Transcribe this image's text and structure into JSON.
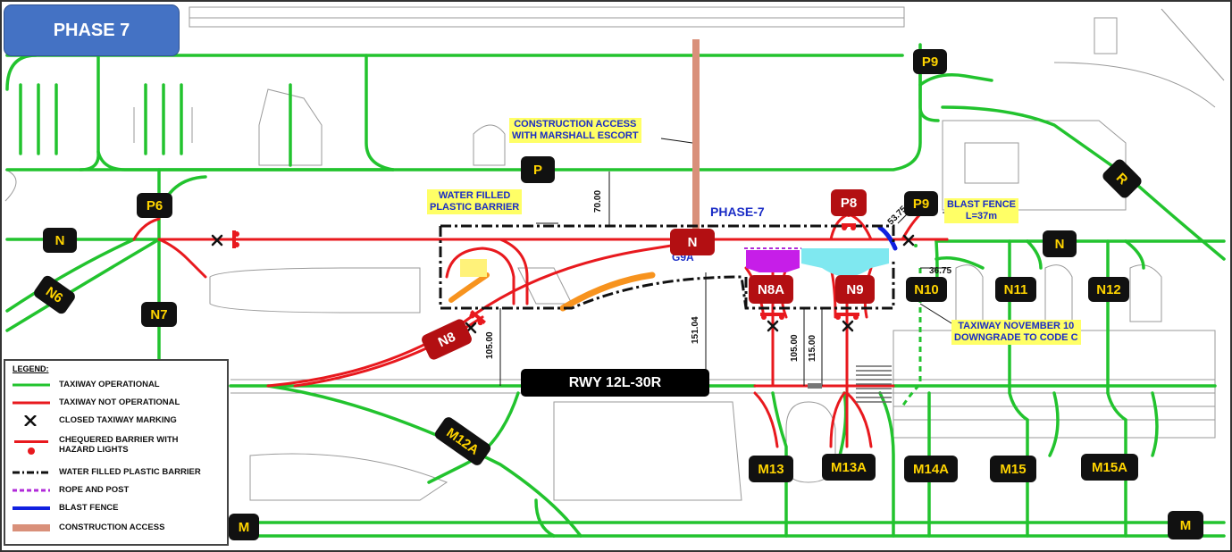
{
  "phase_badge": "PHASE 7",
  "phase_area_label": "PHASE-7",
  "runway_label": "RWY 12L-30R",
  "taxiway_g9a": "G9A",
  "notes": {
    "construction_access_l1": "CONSTRUCTION ACCESS",
    "construction_access_l2": "WITH MARSHALL ESCORT",
    "water_barrier_l1": "WATER FILLED",
    "water_barrier_l2": "PLASTIC BARRIER",
    "blast_fence_l1": "BLAST FENCE",
    "blast_fence_l2": "L=37m",
    "downgrade_l1": "TAXIWAY NOVEMBER 10",
    "downgrade_l2": "DOWNGRADE TO CODE C"
  },
  "dimensions": {
    "d70": "70.00",
    "d105a": "105.00",
    "d151": "151.04",
    "d105b": "105.00",
    "d115": "115.00",
    "d5375": "53.75",
    "d3675": "36.75"
  },
  "taxiway_labels": {
    "p9_top": "P9",
    "p": "P",
    "p6": "P6",
    "p9": "P9",
    "r": "R",
    "n_left": "N",
    "n_right": "N",
    "n6": "N6",
    "n7": "N7",
    "n10": "N10",
    "n11": "N11",
    "n12": "N12",
    "m12a": "M12A",
    "m13": "M13",
    "m13a": "M13A",
    "m14a": "M14A",
    "m15": "M15",
    "m15a": "M15A",
    "m_left": "M",
    "m_right": "M"
  },
  "closed_labels": {
    "n_center": "N",
    "p8": "P8",
    "n8a": "N8A",
    "n9": "N9",
    "n8": "N8"
  },
  "legend": {
    "title": "LEGEND:",
    "items": [
      {
        "label": "TAXIWAY OPERATIONAL",
        "symbol": "green-line"
      },
      {
        "label": "TAXIWAY NOT OPERATIONAL",
        "symbol": "red-line"
      },
      {
        "label": "CLOSED TAXIWAY MARKING",
        "symbol": "x-mark"
      },
      {
        "label": "CHEQUERED BARRIER WITH",
        "label2": "HAZARD LIGHTS",
        "symbol": "chequered-barrier"
      },
      {
        "label": "WATER FILLED PLASTIC BARRIER",
        "symbol": "dash-dot-black"
      },
      {
        "label": "ROPE AND POST",
        "symbol": "purple-dash"
      },
      {
        "label": "BLAST FENCE",
        "symbol": "blue-line"
      },
      {
        "label": "CONSTRUCTION ACCESS",
        "symbol": "brown-line"
      }
    ]
  },
  "colors": {
    "operational": "#22c32e",
    "not_operational": "#e8191e",
    "closed_badge": "#b30f12",
    "phase_badge": "#4472c4",
    "rope_and_post": "#b12bd9",
    "blast_fence": "#1020e0",
    "construction_access": "#d9907a",
    "water_barrier": "#111111",
    "orange_area": "#f7931e",
    "yellow_area": "#fff27a",
    "cyan_area": "#7fe8f0",
    "magenta_area": "#c61ee8"
  }
}
